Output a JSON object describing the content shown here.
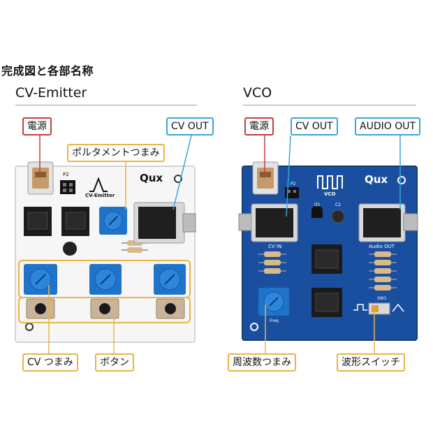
{
  "page_title": "完成図と各部名称",
  "sections": {
    "cv_emitter": {
      "title": "CV-Emitter",
      "board_logo_text": "CV-Emitter",
      "brand": "Qux",
      "pcb_label": "P2",
      "labels": {
        "power": "電源",
        "cv_out": "CV OUT",
        "portamento": "ポルタメントつまみ",
        "cv_knob": "CV つまみ",
        "button": "ボタン"
      }
    },
    "vco": {
      "title": "VCO",
      "board_logo_text": "VCO",
      "brand": "Qux",
      "pcb_texts": {
        "p2": "P2",
        "q1": "Q1",
        "c2": "C2",
        "cv_in": "CV IN",
        "audio_out": "Audio OUT",
        "freq": "Freq",
        "sw1": "SW1"
      },
      "labels": {
        "power": "電源",
        "cv_out": "CV OUT",
        "audio_out": "AUDIO OUT",
        "freq_knob": "周波数つまみ",
        "wave_switch": "波形スイッチ"
      }
    }
  },
  "colors": {
    "power_border": "#c93b3b",
    "output_border": "#3aa6d6",
    "control_border": "#e7b545",
    "vco_board": "#1a4fa0",
    "emitter_board": "#f6f6f6",
    "knob_blue": "#1f74c9"
  }
}
